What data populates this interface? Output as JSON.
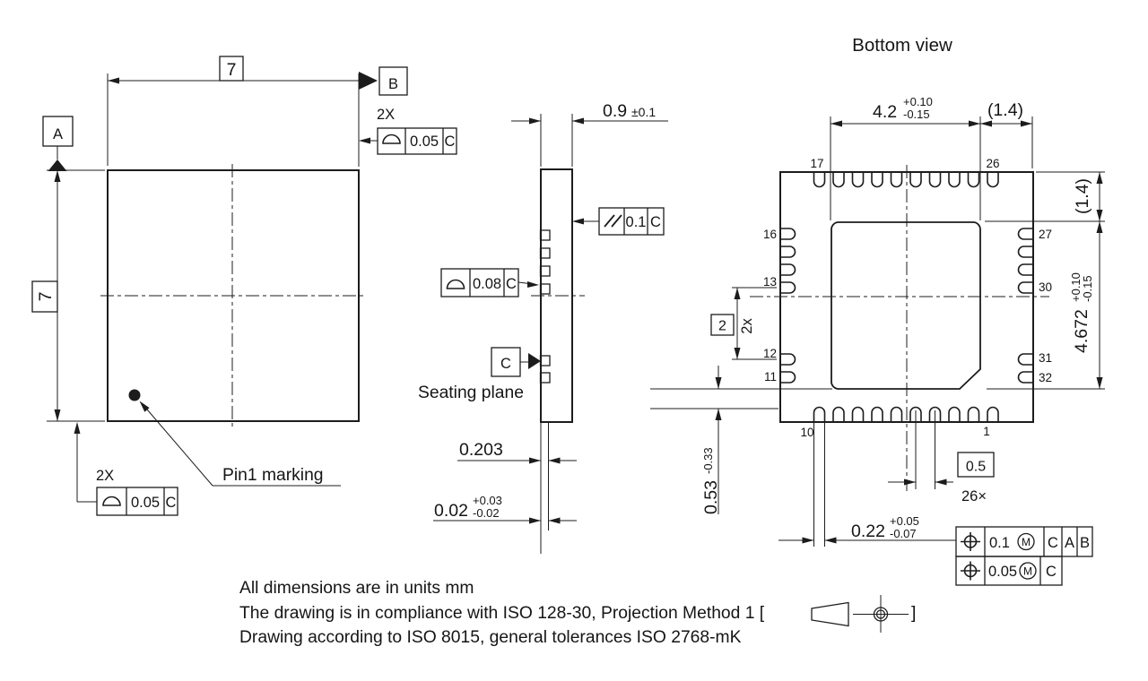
{
  "top_view": {
    "datum_a": "A",
    "datum_b": "B",
    "dim_width": "7",
    "dim_height": "7",
    "fcf_top": {
      "count": "2X",
      "tolerance": "0.05",
      "datum": "C"
    },
    "fcf_bottom": {
      "count": "2X",
      "tolerance": "0.05",
      "datum": "C"
    },
    "pin1_label": "Pin1 marking"
  },
  "side_view": {
    "dim_thickness": {
      "value": "0.9",
      "tolerance": "±0.1"
    },
    "fcf_parallelism": {
      "tolerance": "0.1",
      "datum": "C"
    },
    "fcf_profile": {
      "tolerance": "0.08",
      "datum": "C"
    },
    "datum_c": "C",
    "seating_plane_label": "Seating plane",
    "dim_lead_thickness": "0.203",
    "dim_standoff": {
      "value": "0.02",
      "upper": "+0.03",
      "lower": "-0.02"
    }
  },
  "bottom_view": {
    "title": "Bottom view",
    "dim_epad_width": {
      "value": "4.2",
      "upper": "+0.10",
      "lower": "-0.15"
    },
    "dim_edge_top": "(1.4)",
    "dim_edge_right": "(1.4)",
    "dim_epad_height": {
      "value": "4.672",
      "upper": "+0.10",
      "lower": "-0.15"
    },
    "dim_pin_group_gap": "2",
    "count_pin_group": "2x",
    "dim_epad_to_lead": {
      "value": "0.53",
      "lower": "-0.33"
    },
    "dim_pitch": "0.5",
    "count_leads": "26×",
    "dim_lead_width": {
      "value": "0.22",
      "upper": "+0.05",
      "lower": "-0.07"
    },
    "pins": {
      "top_left": "17",
      "top_right": "26",
      "bottom_left": "10",
      "bottom_right": "1",
      "left": [
        "16",
        "13",
        "12",
        "11"
      ],
      "right": [
        "27",
        "30",
        "31",
        "32"
      ]
    },
    "fcf_position_1": {
      "tolerance": "0.1",
      "modifier": "M",
      "datum_1": "C",
      "datum_2": "A",
      "datum_3": "B"
    },
    "fcf_position_2": {
      "tolerance": "0.05",
      "modifier": "M",
      "datum_1": "C"
    }
  },
  "notes": {
    "line1": "All dimensions are in units mm",
    "line2_prefix": "The drawing is in compliance with ISO 128-30, Projection Method 1 [",
    "line2_suffix": "]",
    "line3": "Drawing according to ISO 8015, general tolerances ISO 2768-mK"
  }
}
